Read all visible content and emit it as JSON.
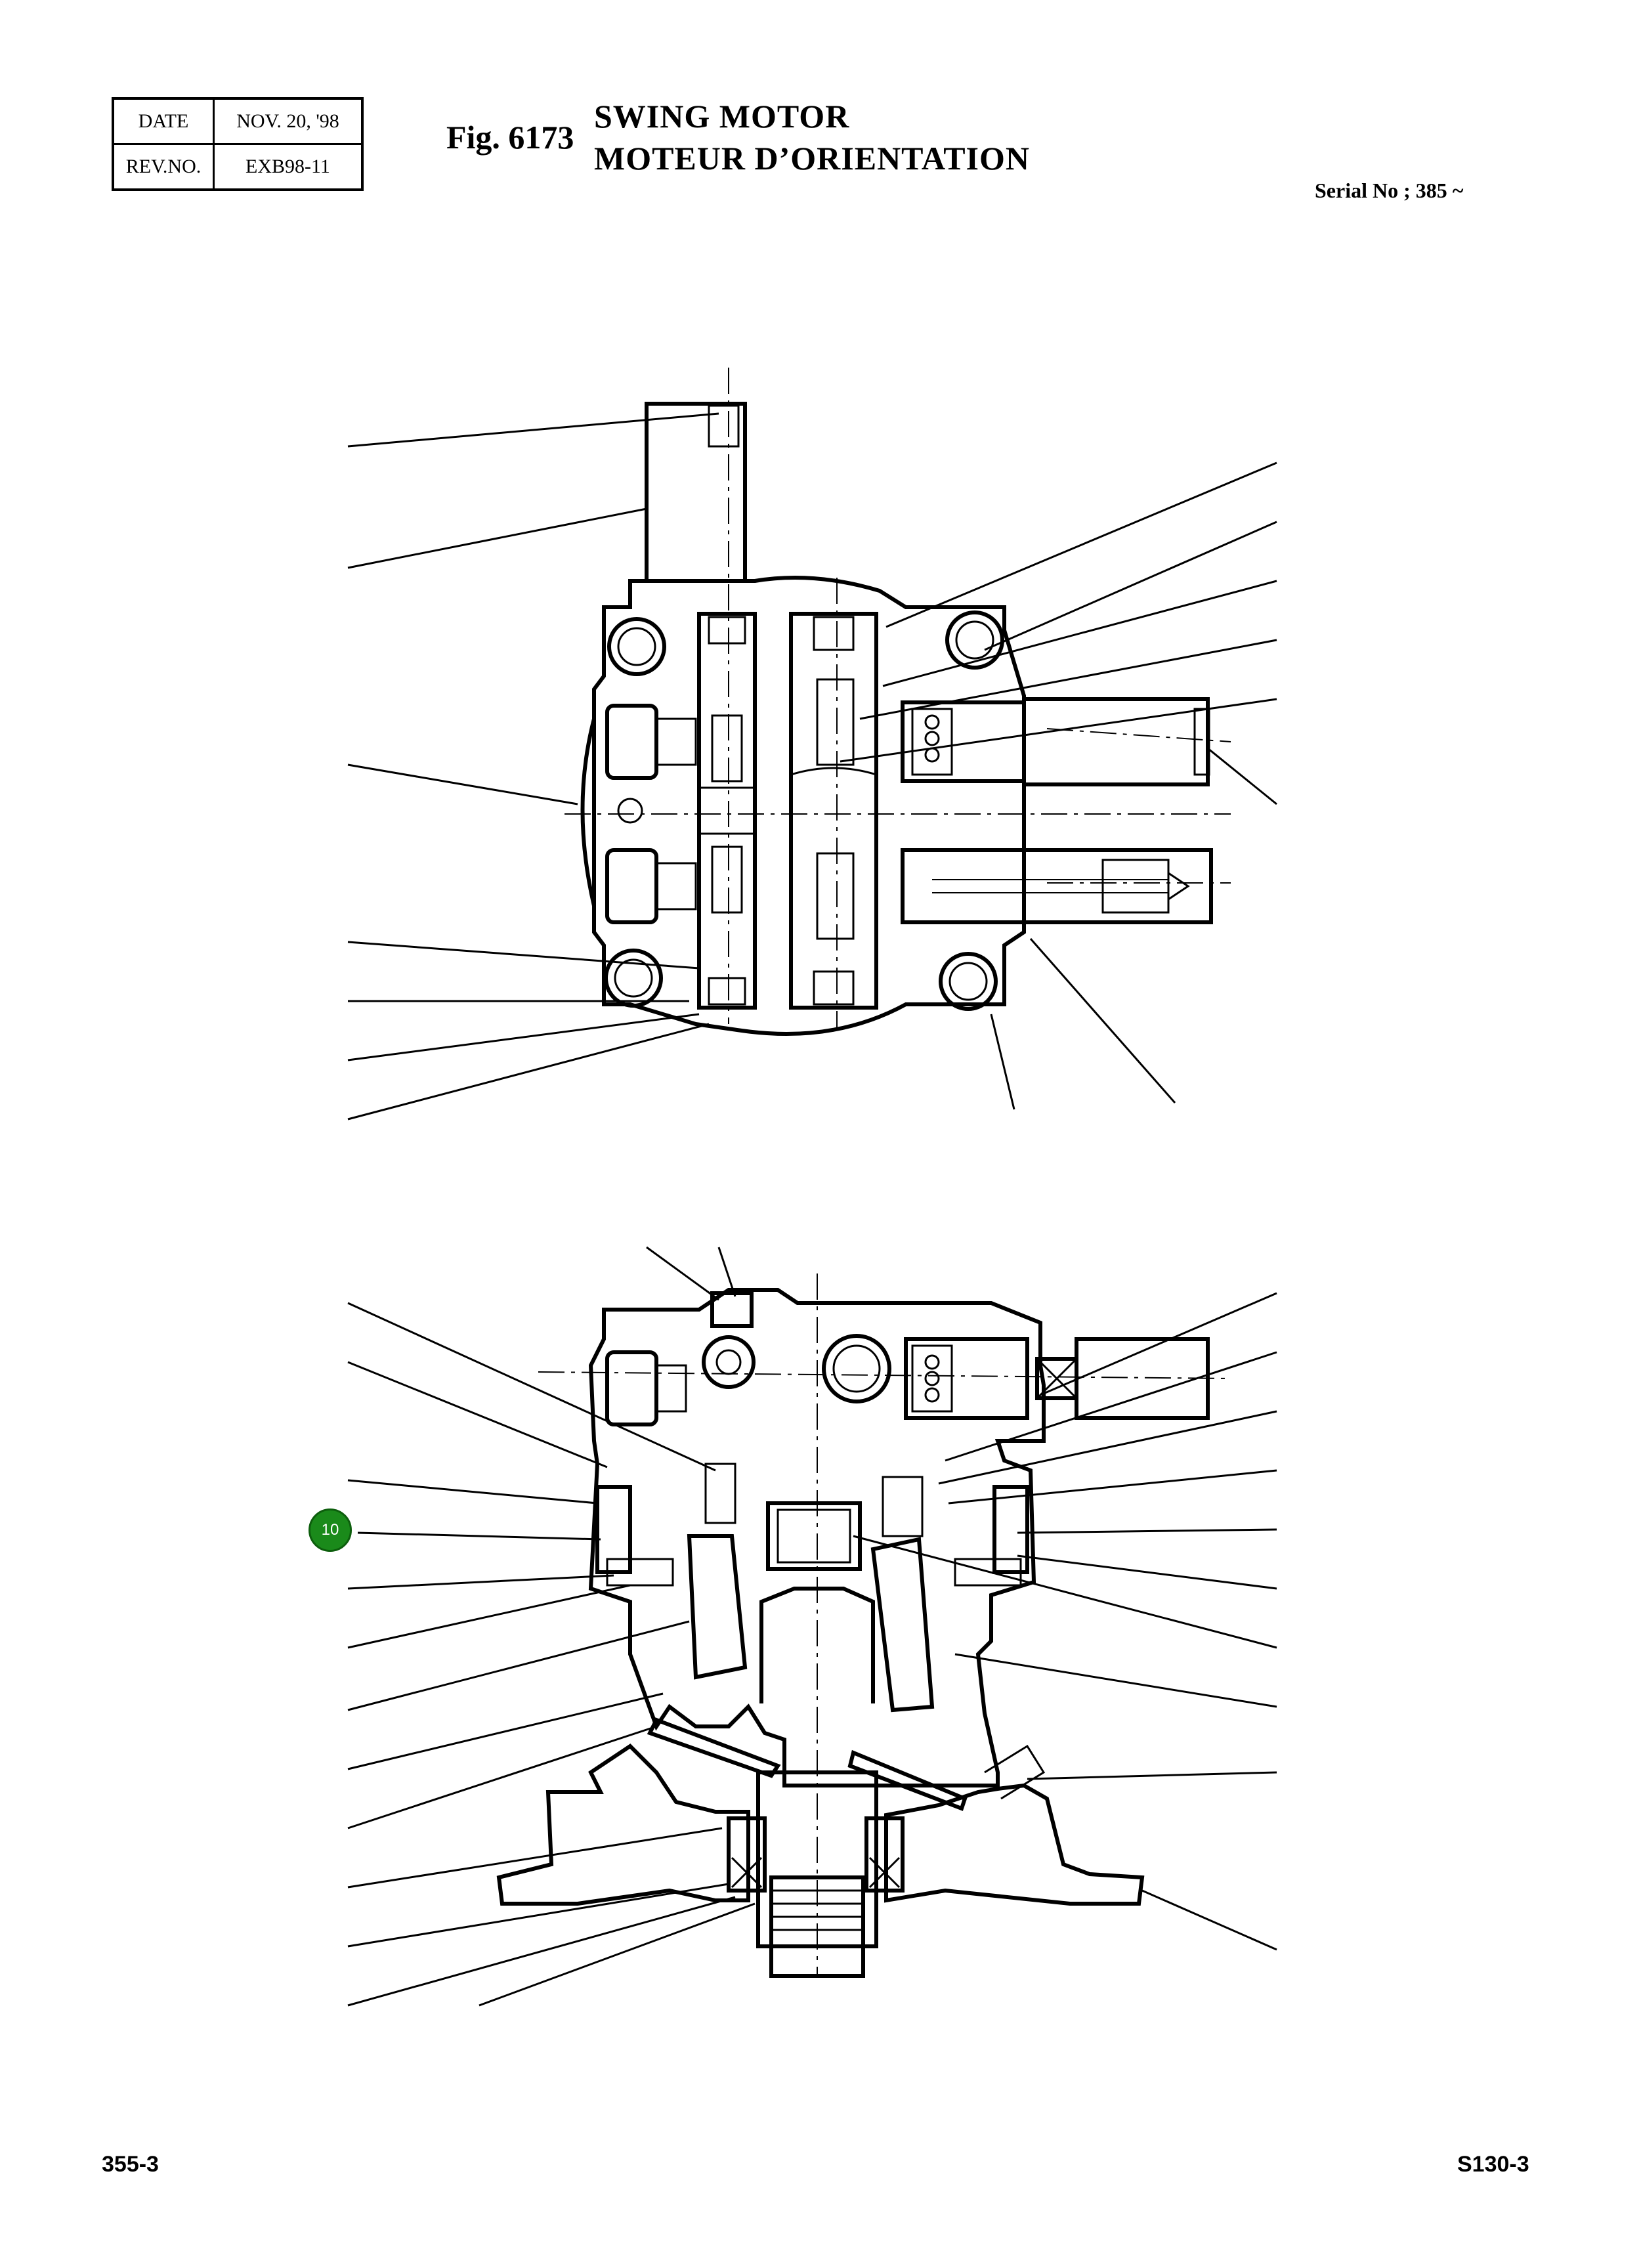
{
  "header": {
    "date_label": "DATE",
    "date_value": "NOV. 20, '98",
    "rev_label": "REV.NO.",
    "rev_value": "EXB98-11",
    "fig_label": "Fig. 6173",
    "title_en": "SWING MOTOR",
    "title_fr": "MOTEUR D’ORIENTATION",
    "serial": "Serial No ; 385 ~"
  },
  "callout": {
    "number": "10",
    "color": "#1a8a1a"
  },
  "footer": {
    "page_left": "355-3",
    "page_right": "S130-3"
  }
}
